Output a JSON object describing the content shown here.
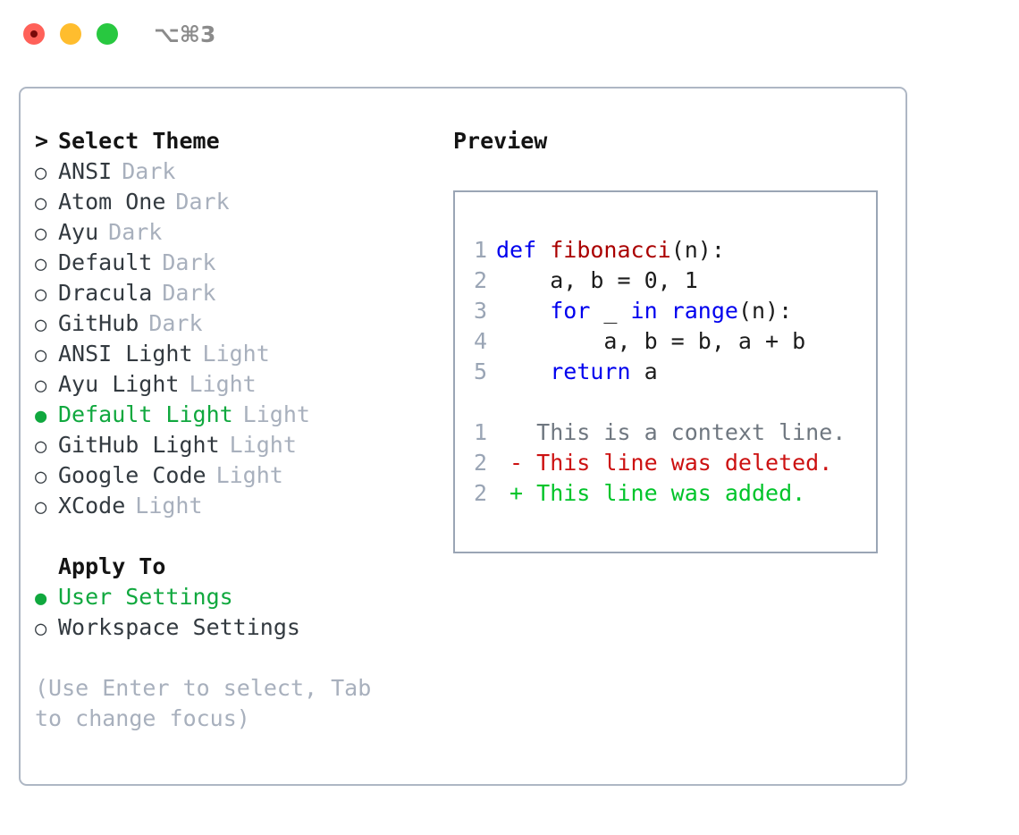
{
  "window": {
    "title": "⌥⌘3",
    "traffic_lights": [
      {
        "name": "close",
        "color": "#ff6159"
      },
      {
        "name": "minimize",
        "color": "#ffbd2e"
      },
      {
        "name": "maximize",
        "color": "#28c840"
      }
    ]
  },
  "theme_list": {
    "caret": ">",
    "heading": "Select Theme",
    "marker_unselected": "○",
    "marker_selected": "●",
    "items": [
      {
        "label": "ANSI",
        "tag": "Dark",
        "selected": false
      },
      {
        "label": "Atom One",
        "tag": "Dark",
        "selected": false
      },
      {
        "label": "Ayu",
        "tag": "Dark",
        "selected": false
      },
      {
        "label": "Default",
        "tag": "Dark",
        "selected": false
      },
      {
        "label": "Dracula",
        "tag": "Dark",
        "selected": false
      },
      {
        "label": "GitHub",
        "tag": "Dark",
        "selected": false
      },
      {
        "label": "ANSI Light",
        "tag": "Light",
        "selected": false
      },
      {
        "label": "Ayu Light",
        "tag": "Light",
        "selected": false
      },
      {
        "label": "Default Light",
        "tag": "Light",
        "selected": true
      },
      {
        "label": "GitHub Light",
        "tag": "Light",
        "selected": false
      },
      {
        "label": "Google Code",
        "tag": "Light",
        "selected": false
      },
      {
        "label": "XCode",
        "tag": "Light",
        "selected": false
      }
    ]
  },
  "apply_to": {
    "heading": "Apply To",
    "items": [
      {
        "label": "User Settings",
        "selected": true
      },
      {
        "label": "Workspace Settings",
        "selected": false
      }
    ]
  },
  "hint": "(Use Enter to select, Tab to change focus)",
  "preview": {
    "title": "Preview",
    "code_lines": [
      {
        "no": "1",
        "segments": [
          {
            "text": "def ",
            "style": "kw"
          },
          {
            "text": "fibonacci",
            "style": "fn"
          },
          {
            "text": "(n):",
            "style": "pl"
          }
        ]
      },
      {
        "no": "2",
        "segments": [
          {
            "text": "    a, b = 0, 1",
            "style": "pl"
          }
        ]
      },
      {
        "no": "3",
        "segments": [
          {
            "text": "    ",
            "style": "pl"
          },
          {
            "text": "for",
            "style": "kw"
          },
          {
            "text": " _ ",
            "style": "pl"
          },
          {
            "text": "in range",
            "style": "kw"
          },
          {
            "text": "(n):",
            "style": "pl"
          }
        ]
      },
      {
        "no": "4",
        "segments": [
          {
            "text": "        a, b = b, a + b",
            "style": "pl"
          }
        ]
      },
      {
        "no": "5",
        "segments": [
          {
            "text": "    ",
            "style": "pl"
          },
          {
            "text": "return",
            "style": "kw"
          },
          {
            "text": " a",
            "style": "pl"
          }
        ]
      }
    ],
    "diff_lines": [
      {
        "no": "1",
        "sign": " ",
        "text": "This is a context line.",
        "kind": "ctx"
      },
      {
        "no": "2",
        "sign": "-",
        "text": "This line was deleted.",
        "kind": "del"
      },
      {
        "no": "2",
        "sign": "+",
        "text": "This line was added.",
        "kind": "add"
      }
    ]
  },
  "colors": {
    "accent_green": "#10a83e",
    "diff_add": "#00c42a",
    "diff_del": "#cc1111",
    "keyword_blue": "#0000ee",
    "function_red": "#aa0000",
    "muted": "#a8b0bd",
    "border": "#aeb7c4"
  }
}
